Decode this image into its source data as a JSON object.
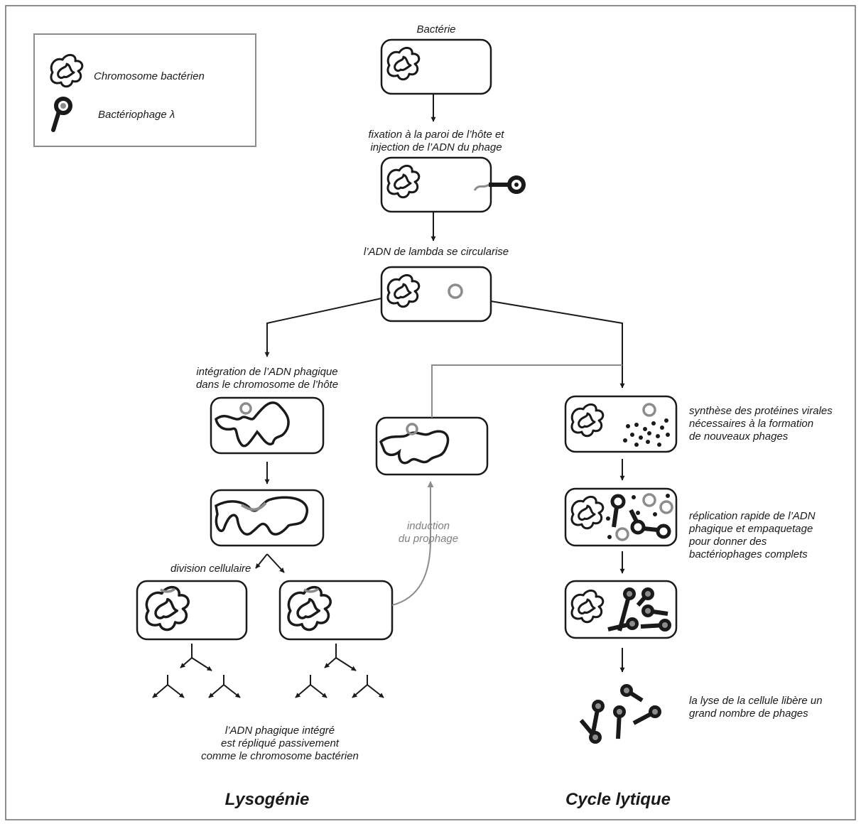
{
  "legend": {
    "chromosome_label": "Chromosome bactérien",
    "phage_label": "Bactériophage λ"
  },
  "steps": {
    "bacterium": "Bactérie",
    "attach_line1": "fixation à la paroi de l’hôte et",
    "attach_line2": "injection de l’ADN du phage",
    "circularize": "l’ADN de lambda se circularise",
    "integrate_line1": "intégration de l’ADN phagique",
    "integrate_line2": "dans le chromosome de l’hôte",
    "division": "division cellulaire",
    "induction_line1": "induction",
    "induction_line2": "du prophage",
    "passive_line1": "l’ADN phagique intégré",
    "passive_line2": "est répliqué passivement",
    "passive_line3": "comme le chromosome bactérien",
    "synth_line1": "synthèse des protéines virales",
    "synth_line2": "nécessaires à la formation",
    "synth_line3": "de nouveaux phages",
    "repl_line1": "réplication rapide de l’ADN",
    "repl_line2": "phagique et empaquetage",
    "repl_line3": "pour donner des",
    "repl_line4": "bactériophages complets",
    "lysis_line1": "la lyse de la cellule libère un",
    "lysis_line2": "grand nombre de phages"
  },
  "titles": {
    "lysogeny": "Lysogénie",
    "lytic": "Cycle lytique"
  },
  "colors": {
    "ink": "#1a1a1a",
    "phage_dna": "#8c8c8c",
    "frame": "#6b6b6b"
  }
}
